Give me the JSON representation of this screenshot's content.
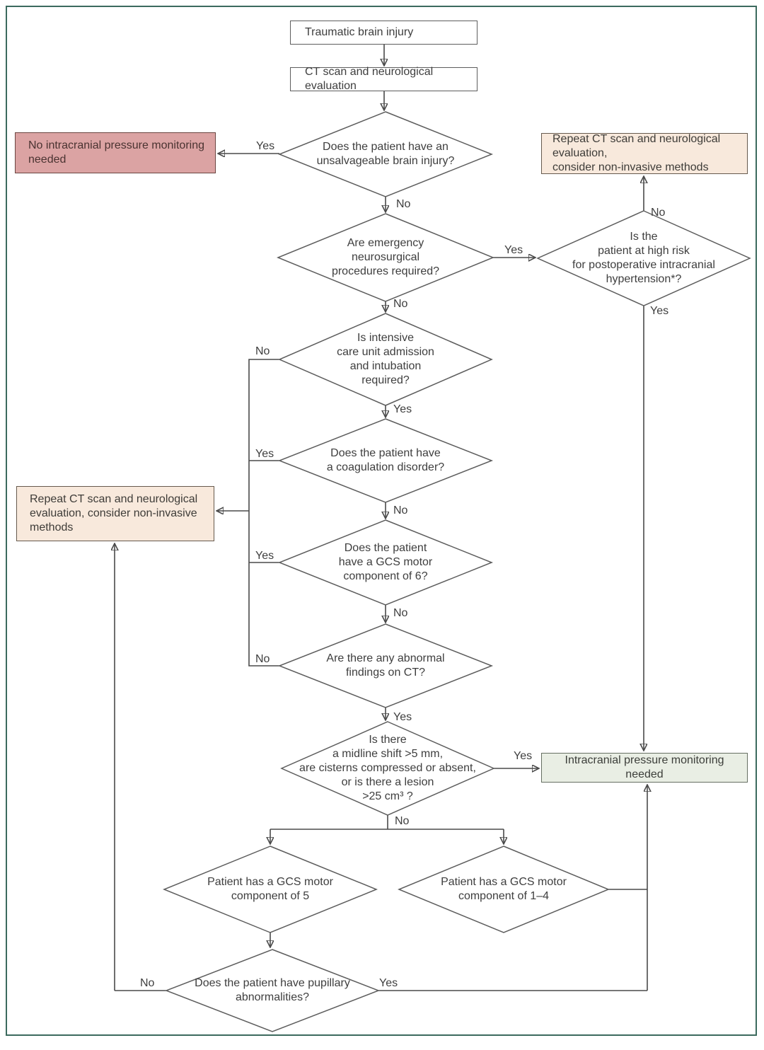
{
  "colors": {
    "frame_border": "#3c6a5e",
    "line": "#4a4a4a",
    "node_border": "#5d5d5d",
    "text": "#3e3e3e",
    "pink_bg": "#dba3a3",
    "pink_border": "#6b4541",
    "pink_text": "#4a3331",
    "peach_bg": "#f8e9dc",
    "peach_border": "#665a4e",
    "green_bg": "#e9eee4",
    "green_border": "#666f62"
  },
  "answers": {
    "yes": "Yes",
    "no": "No"
  },
  "nodes": {
    "start": {
      "label": "Traumatic brain injury"
    },
    "ct_eval": {
      "label": "CT scan and neurological evaluation"
    },
    "unsalvageable": {
      "label": "Does the patient have an\nunsalvageable brain injury?"
    },
    "no_icp_needed": {
      "label": "No intracranial pressure monitoring\nneeded"
    },
    "repeat_ct_right": {
      "label": "Repeat CT scan and neurological evaluation,\nconsider non-invasive methods"
    },
    "emergency_neurosurgery": {
      "label": "Are emergency\nneurosurgical\nprocedures required?"
    },
    "postop_risk": {
      "label": "Is the\npatient at high risk\nfor postoperative intracranial\nhypertension*?"
    },
    "icu_admission": {
      "label": "Is intensive\ncare unit admission\nand intubation\nrequired?"
    },
    "coagulation": {
      "label": "Does the patient have\na coagulation disorder?"
    },
    "repeat_ct_left": {
      "label": "Repeat CT scan and neurological\nevaluation, consider non-invasive\nmethods"
    },
    "gcs_motor_6": {
      "label": "Does the patient\nhave a GCS motor\ncomponent of 6?"
    },
    "abnormal_ct": {
      "label": "Are there any abnormal\nfindings on CT?"
    },
    "midline_shift": {
      "label": "Is there\na midline shift >5 mm,\nare cisterns compressed or absent,\nor is there a lesion\n>25 cm³ ?"
    },
    "icp_needed": {
      "label": "Intracranial pressure monitoring needed"
    },
    "gcs_motor_5": {
      "label": "Patient has a GCS motor\ncomponent of 5"
    },
    "gcs_motor_1_4": {
      "label": "Patient has a GCS motor\ncomponent of 1–4"
    },
    "pupillary": {
      "label": "Does the patient have pupillary\nabnormalities?"
    }
  },
  "edges": [
    {
      "from": "start",
      "to": "ct_eval",
      "label": ""
    },
    {
      "from": "ct_eval",
      "to": "unsalvageable",
      "label": ""
    },
    {
      "from": "unsalvageable",
      "to": "no_icp_needed",
      "label": "Yes"
    },
    {
      "from": "unsalvageable",
      "to": "emergency_neurosurgery",
      "label": "No"
    },
    {
      "from": "emergency_neurosurgery",
      "to": "postop_risk",
      "label": "Yes"
    },
    {
      "from": "emergency_neurosurgery",
      "to": "icu_admission",
      "label": "No"
    },
    {
      "from": "postop_risk",
      "to": "repeat_ct_right",
      "label": "No"
    },
    {
      "from": "postop_risk",
      "to": "icp_needed",
      "label": "Yes"
    },
    {
      "from": "icu_admission",
      "to": "repeat_ct_left",
      "label": "No"
    },
    {
      "from": "icu_admission",
      "to": "coagulation",
      "label": "Yes"
    },
    {
      "from": "coagulation",
      "to": "repeat_ct_left",
      "label": "Yes"
    },
    {
      "from": "coagulation",
      "to": "gcs_motor_6",
      "label": "No"
    },
    {
      "from": "gcs_motor_6",
      "to": "repeat_ct_left",
      "label": "Yes"
    },
    {
      "from": "gcs_motor_6",
      "to": "abnormal_ct",
      "label": "No"
    },
    {
      "from": "abnormal_ct",
      "to": "repeat_ct_left",
      "label": "No"
    },
    {
      "from": "abnormal_ct",
      "to": "midline_shift",
      "label": "Yes"
    },
    {
      "from": "midline_shift",
      "to": "icp_needed",
      "label": "Yes"
    },
    {
      "from": "midline_shift",
      "to": "gcs_motor_5",
      "label": "No"
    },
    {
      "from": "midline_shift",
      "to": "gcs_motor_1_4",
      "label": "No"
    },
    {
      "from": "gcs_motor_5",
      "to": "pupillary",
      "label": ""
    },
    {
      "from": "gcs_motor_1_4",
      "to": "icp_needed",
      "label": ""
    },
    {
      "from": "pupillary",
      "to": "repeat_ct_left",
      "label": "No"
    },
    {
      "from": "pupillary",
      "to": "icp_needed",
      "label": "Yes"
    }
  ]
}
